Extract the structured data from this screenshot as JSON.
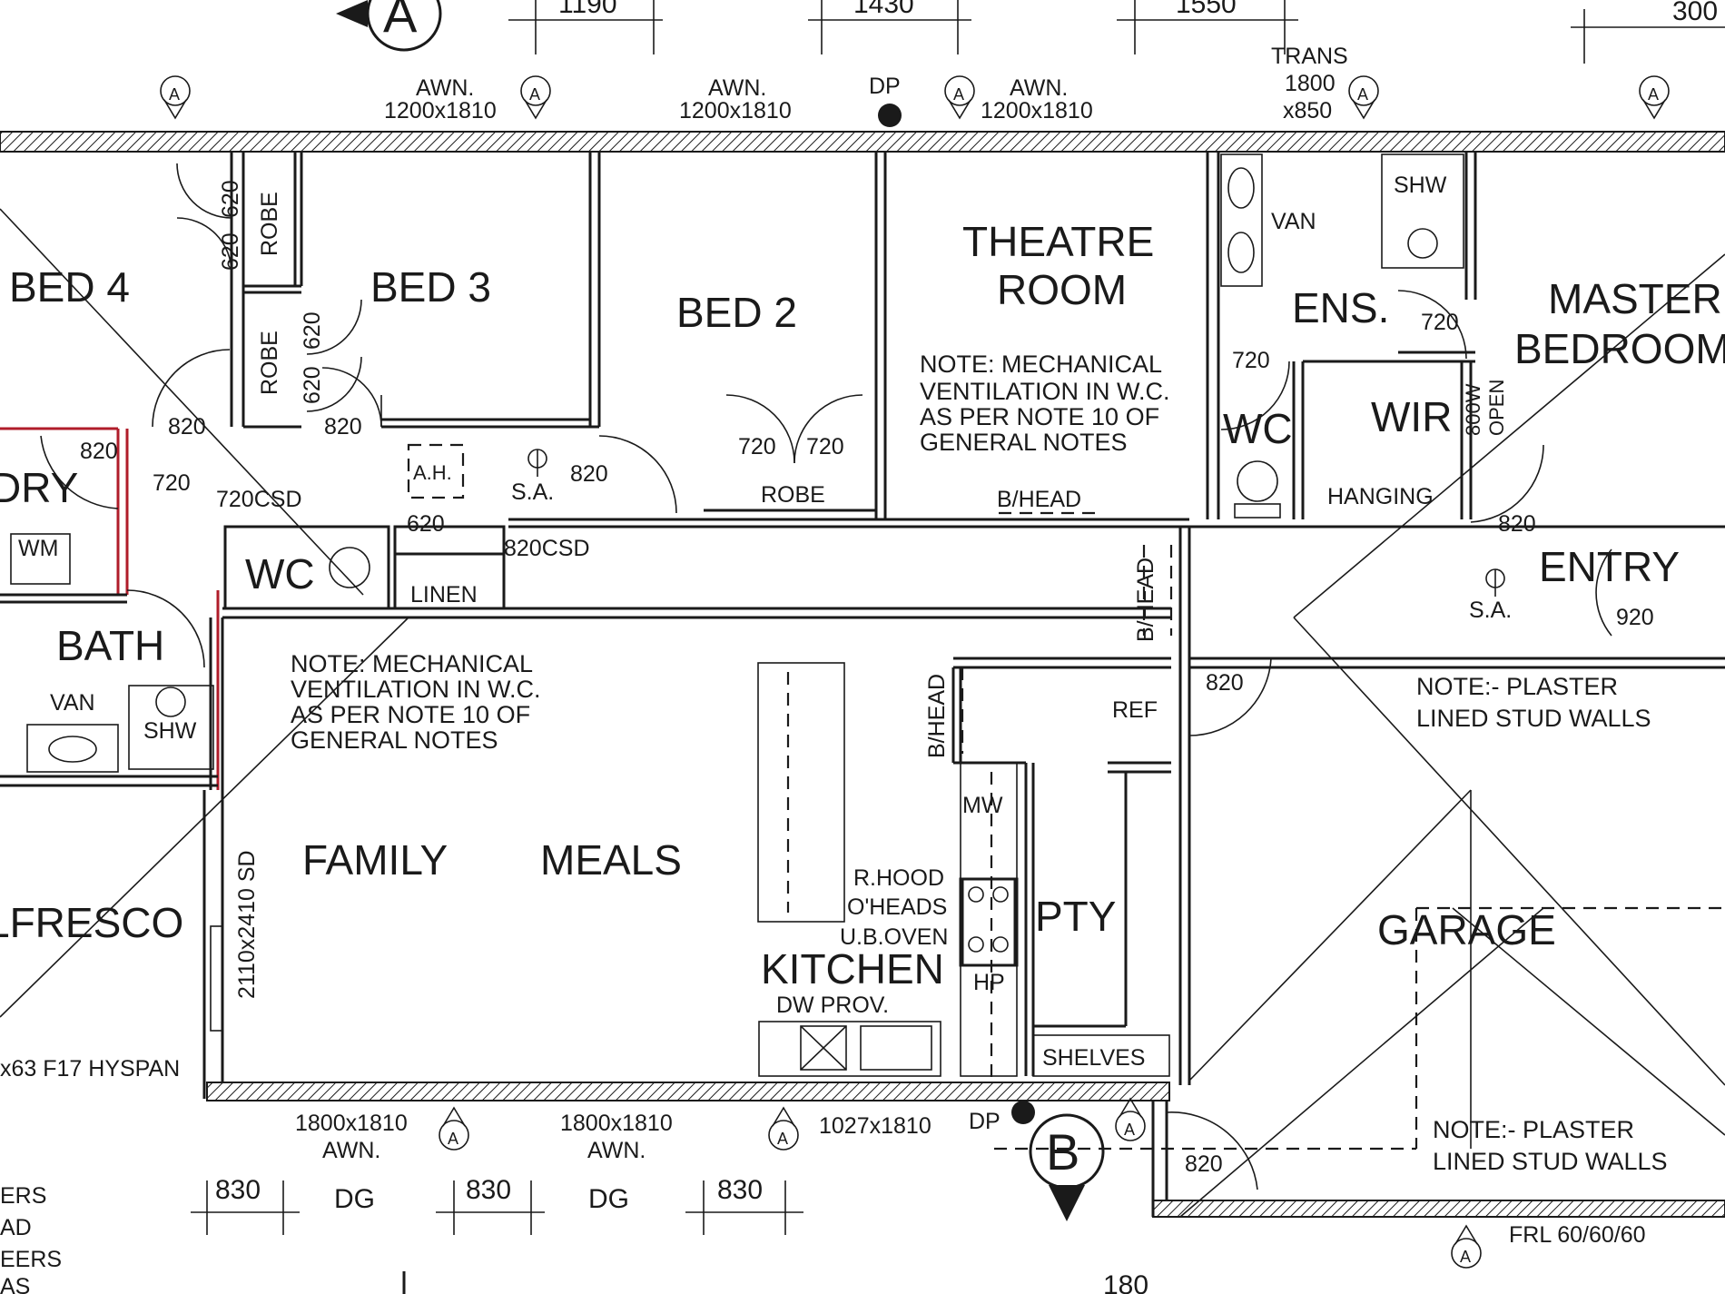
{
  "rooms": {
    "bed4": "BED 4",
    "bed3": "BED 3",
    "bed2": "BED 2",
    "theatre_1": "THEATRE",
    "theatre_2": "ROOM",
    "ens": "ENS.",
    "master_1": "MASTER",
    "master_2": "BEDROOM",
    "wir": "WIR",
    "wc_master": "WC",
    "laundry": "DRY",
    "wc": "WC",
    "linen": "LINEN",
    "bath": "BATH",
    "family": "FAMILY",
    "meals": "MEALS",
    "kitchen": "KITCHEN",
    "pty": "PTY",
    "entry": "ENTRY",
    "garage": "GARAGE",
    "alfresco": "LFRESCO"
  },
  "fixtures": {
    "robe": "ROBE",
    "van": "VAN",
    "shw": "SHW",
    "wm": "WM",
    "ah": "A.H.",
    "sa": "S.A.",
    "hanging": "HANGING",
    "ref": "REF",
    "mw": "MW",
    "hp": "HP",
    "shelves": "SHELVES",
    "rhood": "R.HOOD",
    "oheads": "O'HEADS",
    "uboven": "U.B.OVEN",
    "dwprov": "DW PROV.",
    "bhead": "B/HEAD",
    "dp": "DP",
    "open_1": "800W",
    "open_2": "OPEN"
  },
  "windows": {
    "awn": "AWN.",
    "w1200": "1200x1810",
    "trans": "TRANS",
    "trans_size": "1800",
    "trans_size2": "x850",
    "w1800": "1800x1810",
    "w1027": "1027x1810",
    "sd": "2110x2410 SD",
    "csd720": "720CSD",
    "csd820": "820CSD"
  },
  "doors": {
    "d620": "620",
    "d720": "720",
    "d820": "820",
    "d920": "920"
  },
  "notes": {
    "mech_1": "NOTE: MECHANICAL",
    "mech_2": "VENTILATION IN W.C.",
    "mech_3": "AS PER NOTE 10 OF",
    "mech_4": "GENERAL NOTES",
    "plaster_1": "NOTE:- PLASTER",
    "plaster_2": "LINED STUD WALLS",
    "frl": "FRL 60/60/60",
    "hyspan": "x63 F17 HYSPAN"
  },
  "dims": {
    "top_1190": "1190",
    "top_1430": "1430",
    "top_1550": "1550",
    "top_300": "300",
    "b830": "830",
    "dg": "DG",
    "b180": "180",
    "left_1": "ERS",
    "left_2": "AD",
    "left_3": "EERS",
    "left_4": "AS"
  },
  "markers": {
    "section_a": "A",
    "section_b": "B",
    "elev_a": "A"
  }
}
